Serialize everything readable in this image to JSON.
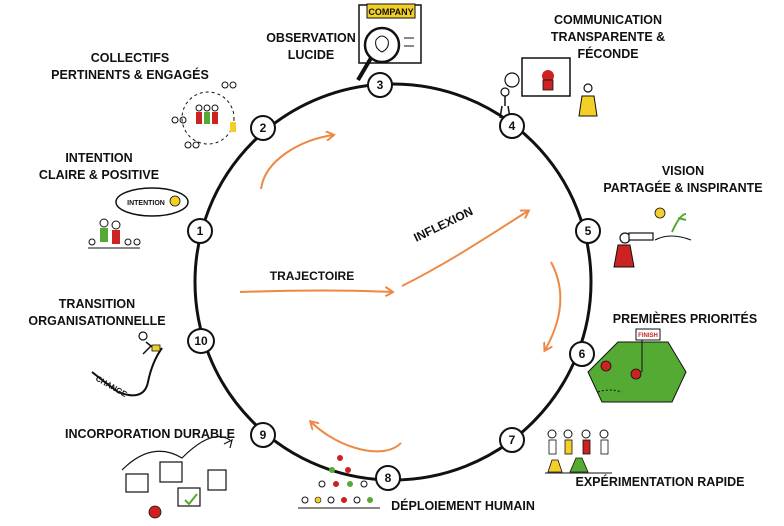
{
  "steps": [
    {
      "num": "1",
      "label": "INTENTION\nCLAIRE & POSITIVE"
    },
    {
      "num": "2",
      "label": "COLLECTIFS\nPERTINENTS & ENGAGÉS"
    },
    {
      "num": "3",
      "label": "OBSERVATION\nLUCIDE"
    },
    {
      "num": "4",
      "label": "COMMUNICATION\nTRANSPARENTE &\nFÉCONDE"
    },
    {
      "num": "5",
      "label": "VISION\nPARTAGÉE & INSPIRANTE"
    },
    {
      "num": "6",
      "label": "PREMIÈRES PRIORITÉS"
    },
    {
      "num": "7",
      "label": "EXPÉRIMENTATION RAPIDE"
    },
    {
      "num": "8",
      "label": "DÉPLOIEMENT HUMAIN"
    },
    {
      "num": "9",
      "label": "INCORPORATION DURABLE"
    },
    {
      "num": "10",
      "label": "TRANSITION\nORGANISATIONNELLE"
    }
  ],
  "center": {
    "trajectoire": "TRAJECTOIRE",
    "inflexion": "INFLEXION"
  },
  "sketch_text": {
    "company": "COMPANY",
    "intention": "INTENTION",
    "finish": "FINISH",
    "change": "CHANGE"
  },
  "colors": {
    "ring": "#111111",
    "arrow": "#ee8844",
    "accent_red": "#cc2222",
    "accent_green": "#55aa33",
    "accent_yellow": "#f2d027"
  }
}
